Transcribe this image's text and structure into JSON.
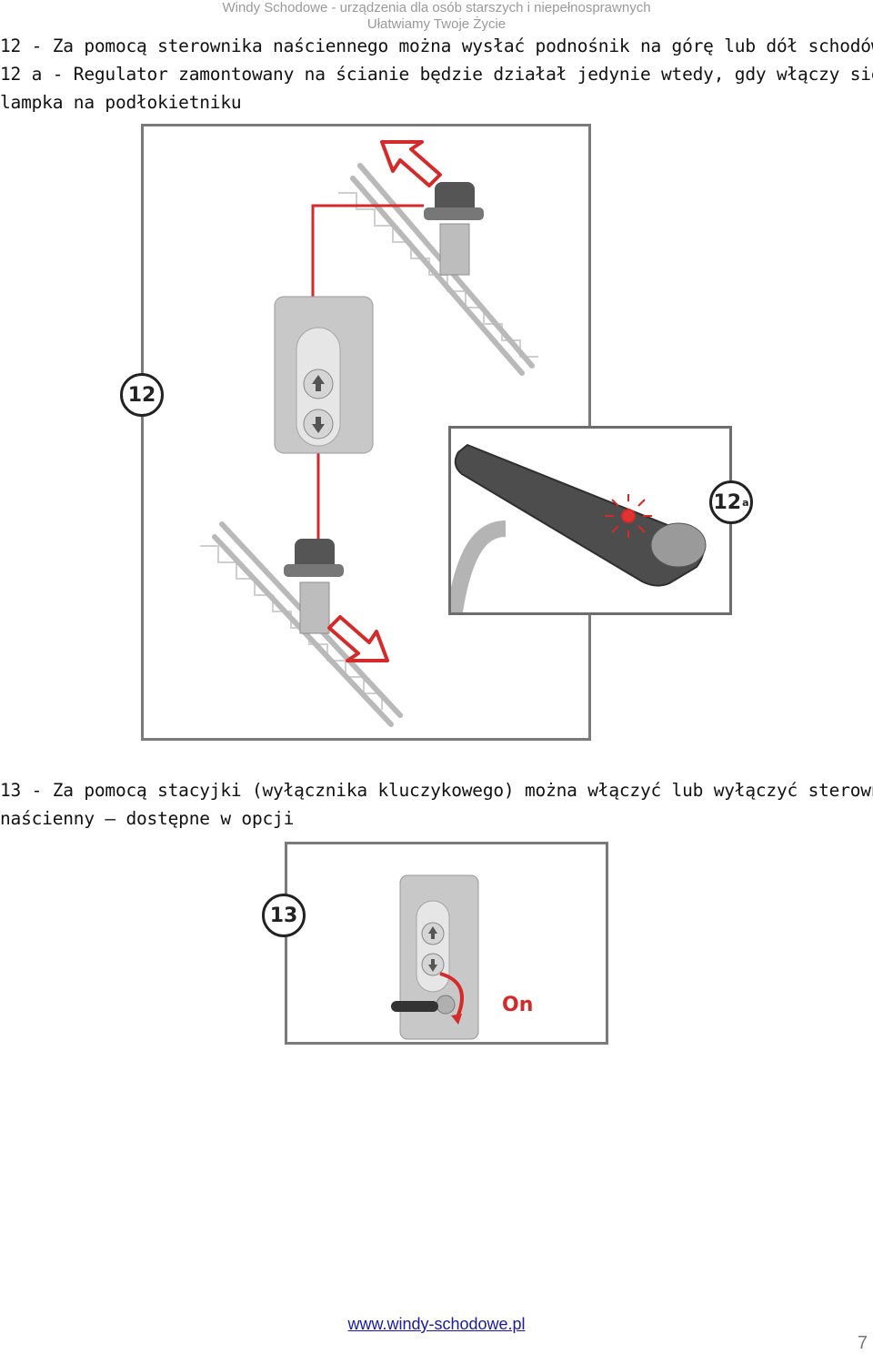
{
  "header": {
    "line1": "Windy Schodowe - urządzenia dla osób starszych i niepełnosprawnych",
    "line2": "Ułatwiamy Twoje Życie"
  },
  "section12": {
    "line1": "12 - Za pomocą sterownika naściennego można wysłać podnośnik na górę lub dół schodów",
    "line2": "12 a - Regulator zamontowany na ścianie będzie działał jedynie wtedy, gdy włączy się",
    "line3": "lampka na podłokietniku"
  },
  "figure12": {
    "badge": "12",
    "inset_badge_number": "12",
    "inset_badge_suffix": "a"
  },
  "section13": {
    "line1": "13 - Za pomocą stacyjki (wyłącznika kluczykowego) można włączyć lub wyłączyć sterownik",
    "line2": "naścienny – dostępne w opcji"
  },
  "figure13": {
    "badge": "13",
    "on_label": "On"
  },
  "footer": {
    "link": "www.windy-schodowe.pl",
    "page_number": "7"
  },
  "colors": {
    "accent_red": "#d42a2a",
    "badge_border": "#222222",
    "figure_border": "#7a7a7a"
  },
  "icons": [
    "arrow-up-icon",
    "arrow-down-icon",
    "key-icon",
    "lamp-icon"
  ]
}
